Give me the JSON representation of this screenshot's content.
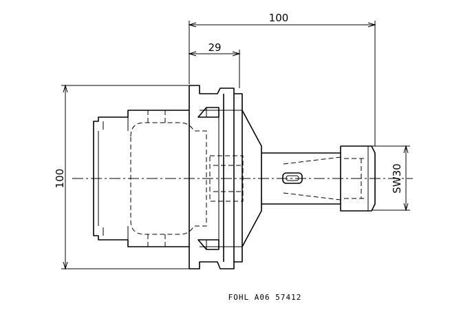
{
  "dimensions": {
    "overall_length": "100",
    "flange_width": "29",
    "height": "100",
    "wrench_flat": "SW30"
  },
  "caption": "FOHL  A06 57412"
}
